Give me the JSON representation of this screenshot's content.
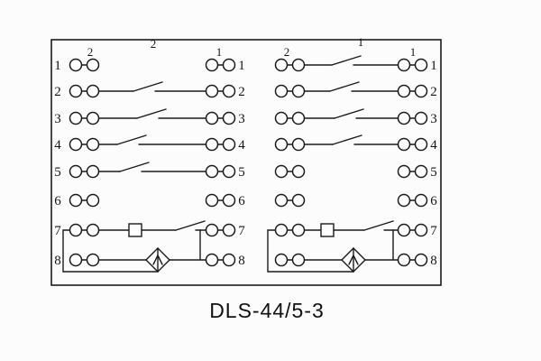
{
  "diagram": {
    "caption": "DLS-44/5-3",
    "left_block": {
      "left_numbers": [
        "1",
        "2",
        "3",
        "4",
        "5",
        "6",
        "7",
        "8"
      ],
      "right_numbers": [
        "1",
        "2",
        "3",
        "4",
        "5",
        "6",
        "7",
        "8"
      ],
      "top_labels": [
        "2",
        "2",
        "1"
      ]
    },
    "right_block": {
      "right_numbers": [
        "1",
        "2",
        "3",
        "4",
        "5",
        "6",
        "7",
        "8"
      ],
      "top_labels": [
        "2",
        "1",
        "1"
      ]
    }
  }
}
